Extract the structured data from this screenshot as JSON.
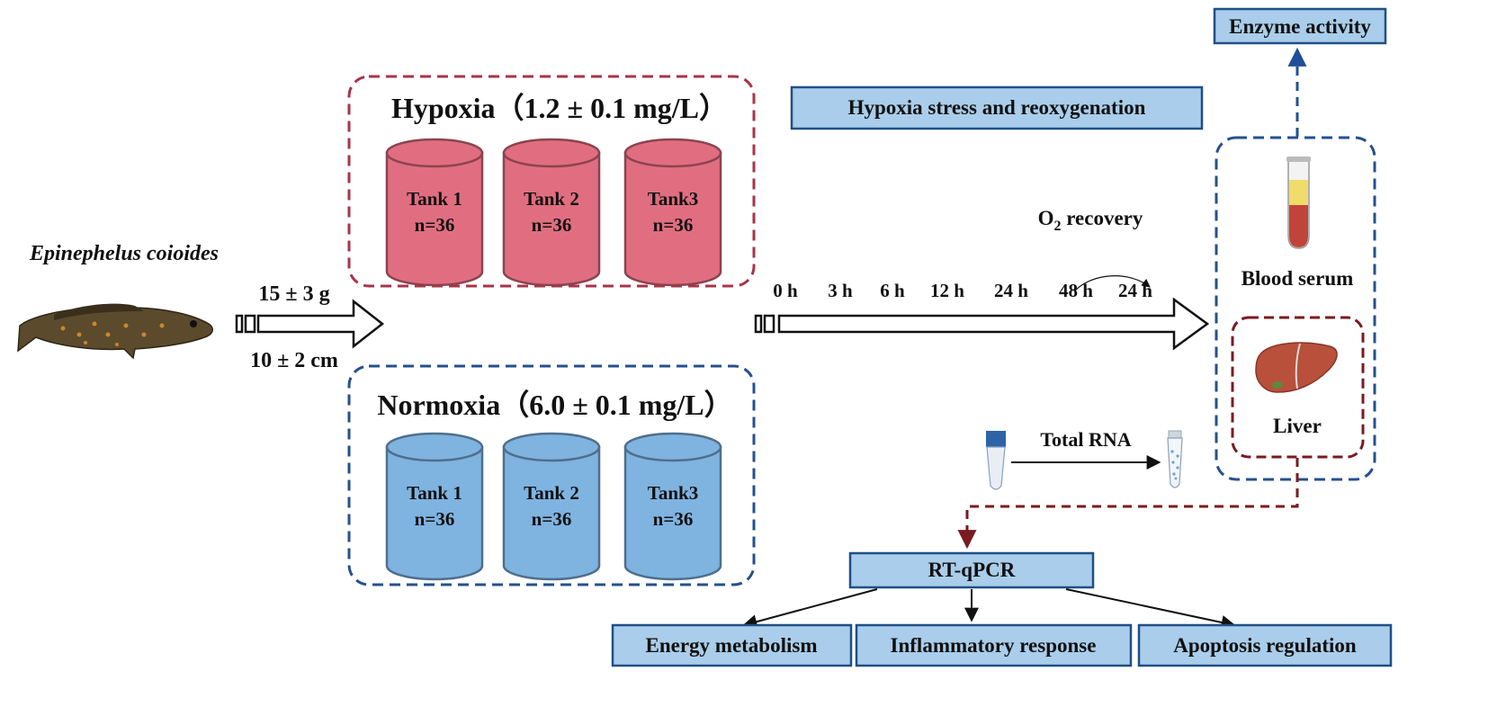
{
  "species": {
    "name": "Epinephelus coioides",
    "weight": "15 ± 3 g",
    "length": "10 ± 2 cm"
  },
  "groups": {
    "hypoxia": {
      "title": "Hypoxia（1.2 ± 0.1 mg/L）",
      "color": "#e06e80",
      "tanks": [
        {
          "label": "Tank 1",
          "n": "n=36"
        },
        {
          "label": "Tank 2",
          "n": "n=36"
        },
        {
          "label": "Tank3",
          "n": "n=36"
        }
      ]
    },
    "normoxia": {
      "title": "Normoxia（6.0 ± 0.1 mg/L）",
      "color": "#7fb3e0",
      "tanks": [
        {
          "label": "Tank 1",
          "n": "n=36"
        },
        {
          "label": "Tank 2",
          "n": "n=36"
        },
        {
          "label": "Tank3",
          "n": "n=36"
        }
      ]
    }
  },
  "process_label": "Hypoxia stress and reoxygenation",
  "recovery": {
    "prefix": "O",
    "subscript": "2",
    "suffix": " recovery"
  },
  "timepoints": [
    "0 h",
    "3 h",
    "6 h",
    "12 h",
    "24 h",
    "48 h",
    "24 h"
  ],
  "samples": {
    "serum": "Blood serum",
    "liver": "Liver"
  },
  "enzyme_label": "Enzyme activity",
  "rna_label": "Total RNA",
  "rtqpcr_label": "RT-qPCR",
  "outcomes": [
    "Energy metabolism",
    "Inflammatory response",
    "Apoptosis regulation"
  ]
}
